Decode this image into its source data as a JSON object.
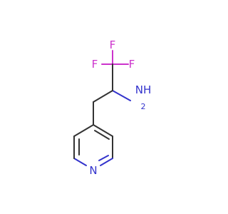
{
  "molecule": {
    "labels": {
      "f_top": "F",
      "f_left": "F",
      "f_right": "F",
      "amine": "NH",
      "amine_sub": "2",
      "ring_n": "N"
    },
    "colors": {
      "bond": "#333333",
      "fluorine": "#cc33cc",
      "nitrogen": "#3333cc",
      "background": "#ffffff"
    }
  }
}
